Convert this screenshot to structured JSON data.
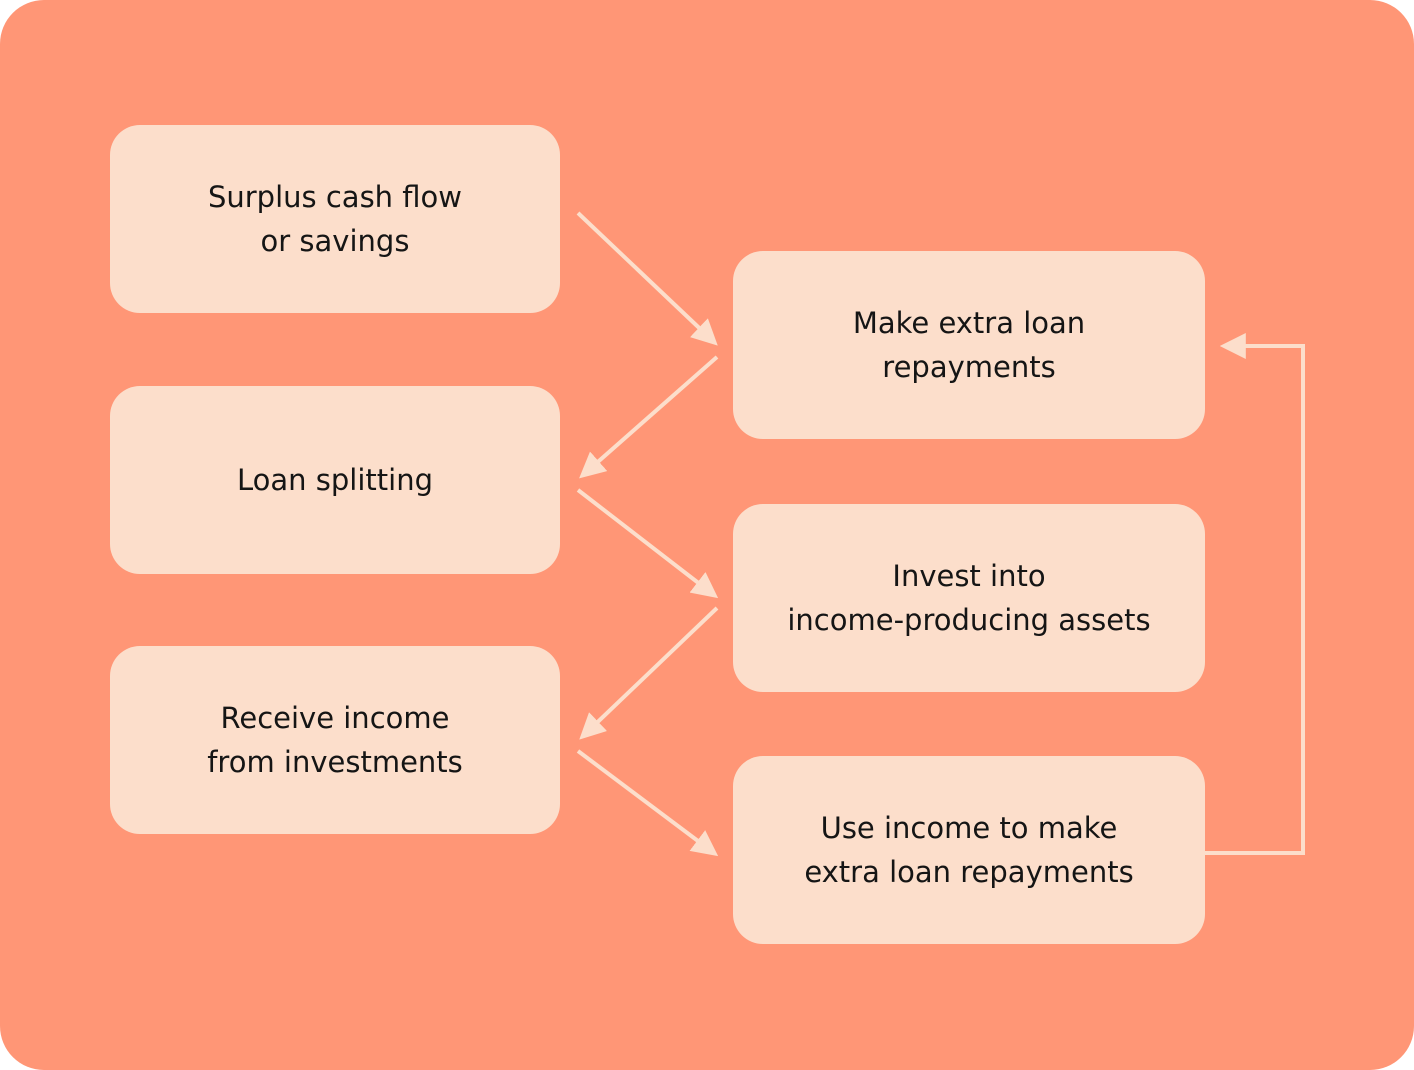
{
  "diagram": {
    "nodes": [
      {
        "id": "surplus",
        "label": "Surplus cash flow\nor savings"
      },
      {
        "id": "extra-repayments",
        "label": "Make extra loan\nrepayments"
      },
      {
        "id": "loan-splitting",
        "label": "Loan splitting"
      },
      {
        "id": "invest",
        "label": "Invest into\nincome-producing assets"
      },
      {
        "id": "receive-income",
        "label": "Receive income\nfrom investments"
      },
      {
        "id": "use-income",
        "label": "Use income to make\nextra loan repayments"
      }
    ],
    "edges": [
      {
        "from": "surplus",
        "to": "extra-repayments"
      },
      {
        "from": "extra-repayments",
        "to": "loan-splitting"
      },
      {
        "from": "loan-splitting",
        "to": "invest"
      },
      {
        "from": "invest",
        "to": "receive-income"
      },
      {
        "from": "receive-income",
        "to": "use-income"
      },
      {
        "from": "use-income",
        "to": "extra-repayments"
      }
    ],
    "colors": {
      "background": "#FF9676",
      "node": "#FCDECB",
      "arrow": "#FCDECB",
      "text": "#151515"
    }
  }
}
